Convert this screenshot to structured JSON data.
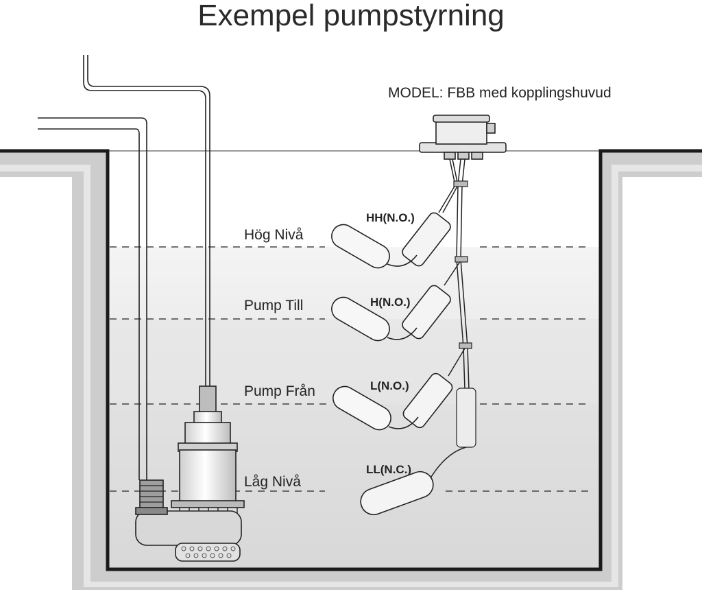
{
  "title": "Exempel pumpstyrning",
  "model_label": "MODEL: FBB med kopplingshuvud",
  "levels": [
    {
      "label": "Hög Nivå"
    },
    {
      "label": "Pump Till"
    },
    {
      "label": "Pump  Från"
    },
    {
      "label": "Låg Nivå"
    }
  ],
  "switches": [
    {
      "label": "HH(N.O.)"
    },
    {
      "label": "H(N.O.)"
    },
    {
      "label": "L(N.O.)"
    },
    {
      "label": "LL(N.C.)"
    }
  ],
  "colors": {
    "line": "#222222",
    "water_top": "#f2f2f2",
    "water_bottom": "#d9d9d9",
    "ground": "#c8c8c8"
  }
}
